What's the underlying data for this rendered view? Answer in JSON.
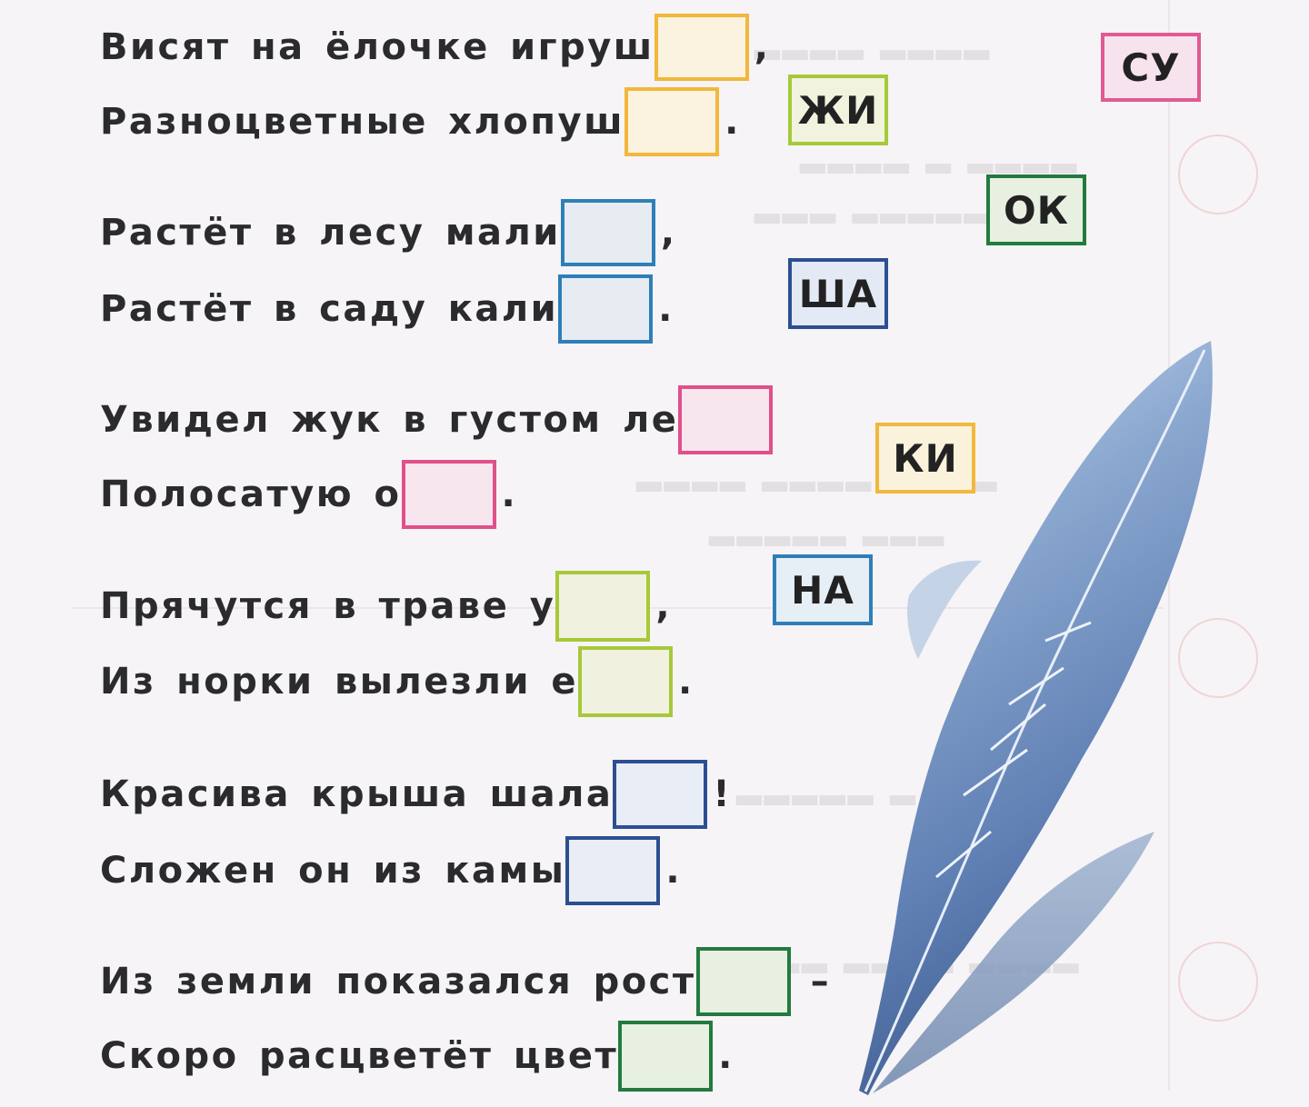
{
  "verses": [
    {
      "text": "Висят на ёлочке игруш",
      "end": ","
    },
    {
      "text": "Разноцветные хлопуш",
      "end": "."
    },
    {
      "text": "Растёт в лесу мали",
      "end": ","
    },
    {
      "text": "Растёт в саду кали",
      "end": "."
    },
    {
      "text": "Увидел жук в густом ле",
      "end": ""
    },
    {
      "text": "Полосатую о",
      "end": "."
    },
    {
      "text": "Прячутся в траве у",
      "end": ","
    },
    {
      "text": "Из норки вылезли е",
      "end": "."
    },
    {
      "text": "Красива крыша шала",
      "end": "!"
    },
    {
      "text": "Сложен он из камы",
      "end": "."
    },
    {
      "text": "Из земли показался рост",
      "end": "–"
    },
    {
      "text": "Скоро расцветёт цвет",
      "end": "."
    }
  ],
  "syllables": [
    "СУ",
    "ЖИ",
    "ОК",
    "ША",
    "КИ",
    "НА"
  ],
  "colors": {
    "orange": "#f2b73c",
    "blue": "#2e7fb8",
    "pink": "#e0508a",
    "lime": "#a6c93a",
    "navy": "#2c4f92",
    "green": "#237a3f"
  }
}
